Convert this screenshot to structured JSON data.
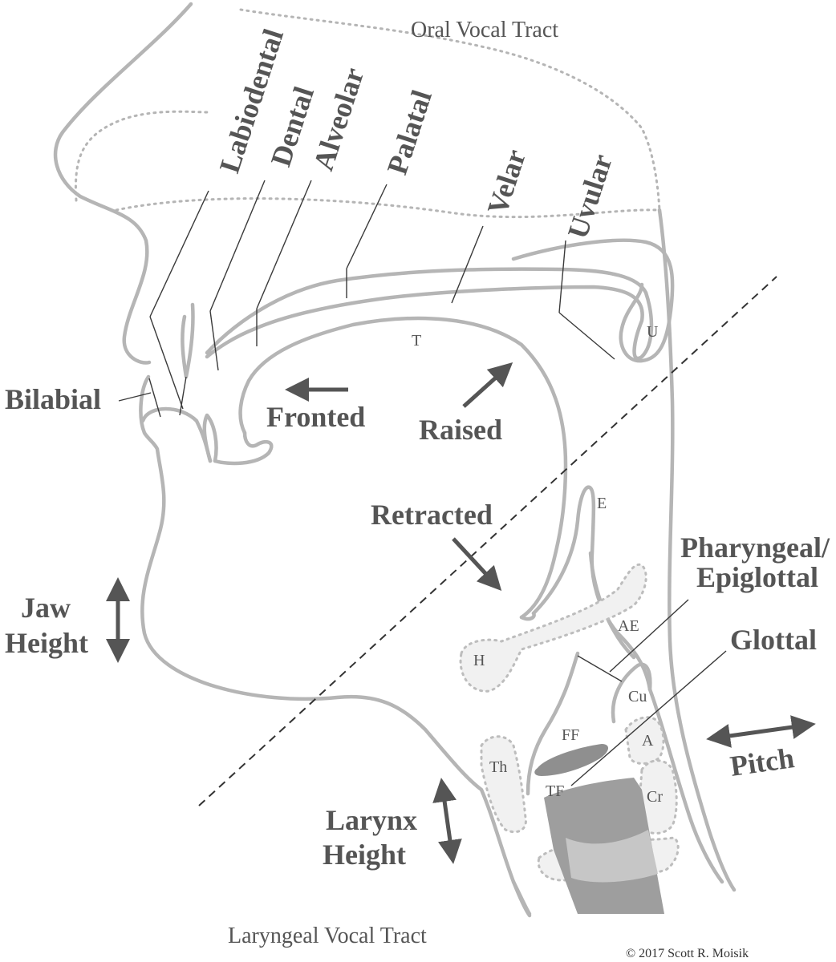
{
  "regions": {
    "oral": "Oral Vocal Tract",
    "laryngeal": "Laryngeal Vocal Tract"
  },
  "places": {
    "labiodental": "Labiodental",
    "dental": "Dental",
    "alveolar": "Alveolar",
    "palatal": "Palatal",
    "velar": "Velar",
    "uvular": "Uvular",
    "bilabial": "Bilabial",
    "pharyngeal_line1": "Pharyngeal/",
    "pharyngeal_line2": "Epiglottal",
    "glottal": "Glottal"
  },
  "movements": {
    "fronted": "Fronted",
    "raised": "Raised",
    "retracted": "Retracted",
    "jaw_line1": "Jaw",
    "jaw_line2": "Height",
    "larynx_line1": "Larynx",
    "larynx_line2": "Height",
    "pitch": "Pitch"
  },
  "structures": {
    "tongue": "T",
    "uvula": "U",
    "epiglottis": "E",
    "aryepiglottic": "AE",
    "hyoid": "H",
    "cuneiform": "Cu",
    "false_folds": "FF",
    "arytenoid": "A",
    "thyroid": "Th",
    "true_folds": "TF",
    "cricoid": "Cr"
  },
  "copyright": "© 2017 Scott R. Moisik"
}
